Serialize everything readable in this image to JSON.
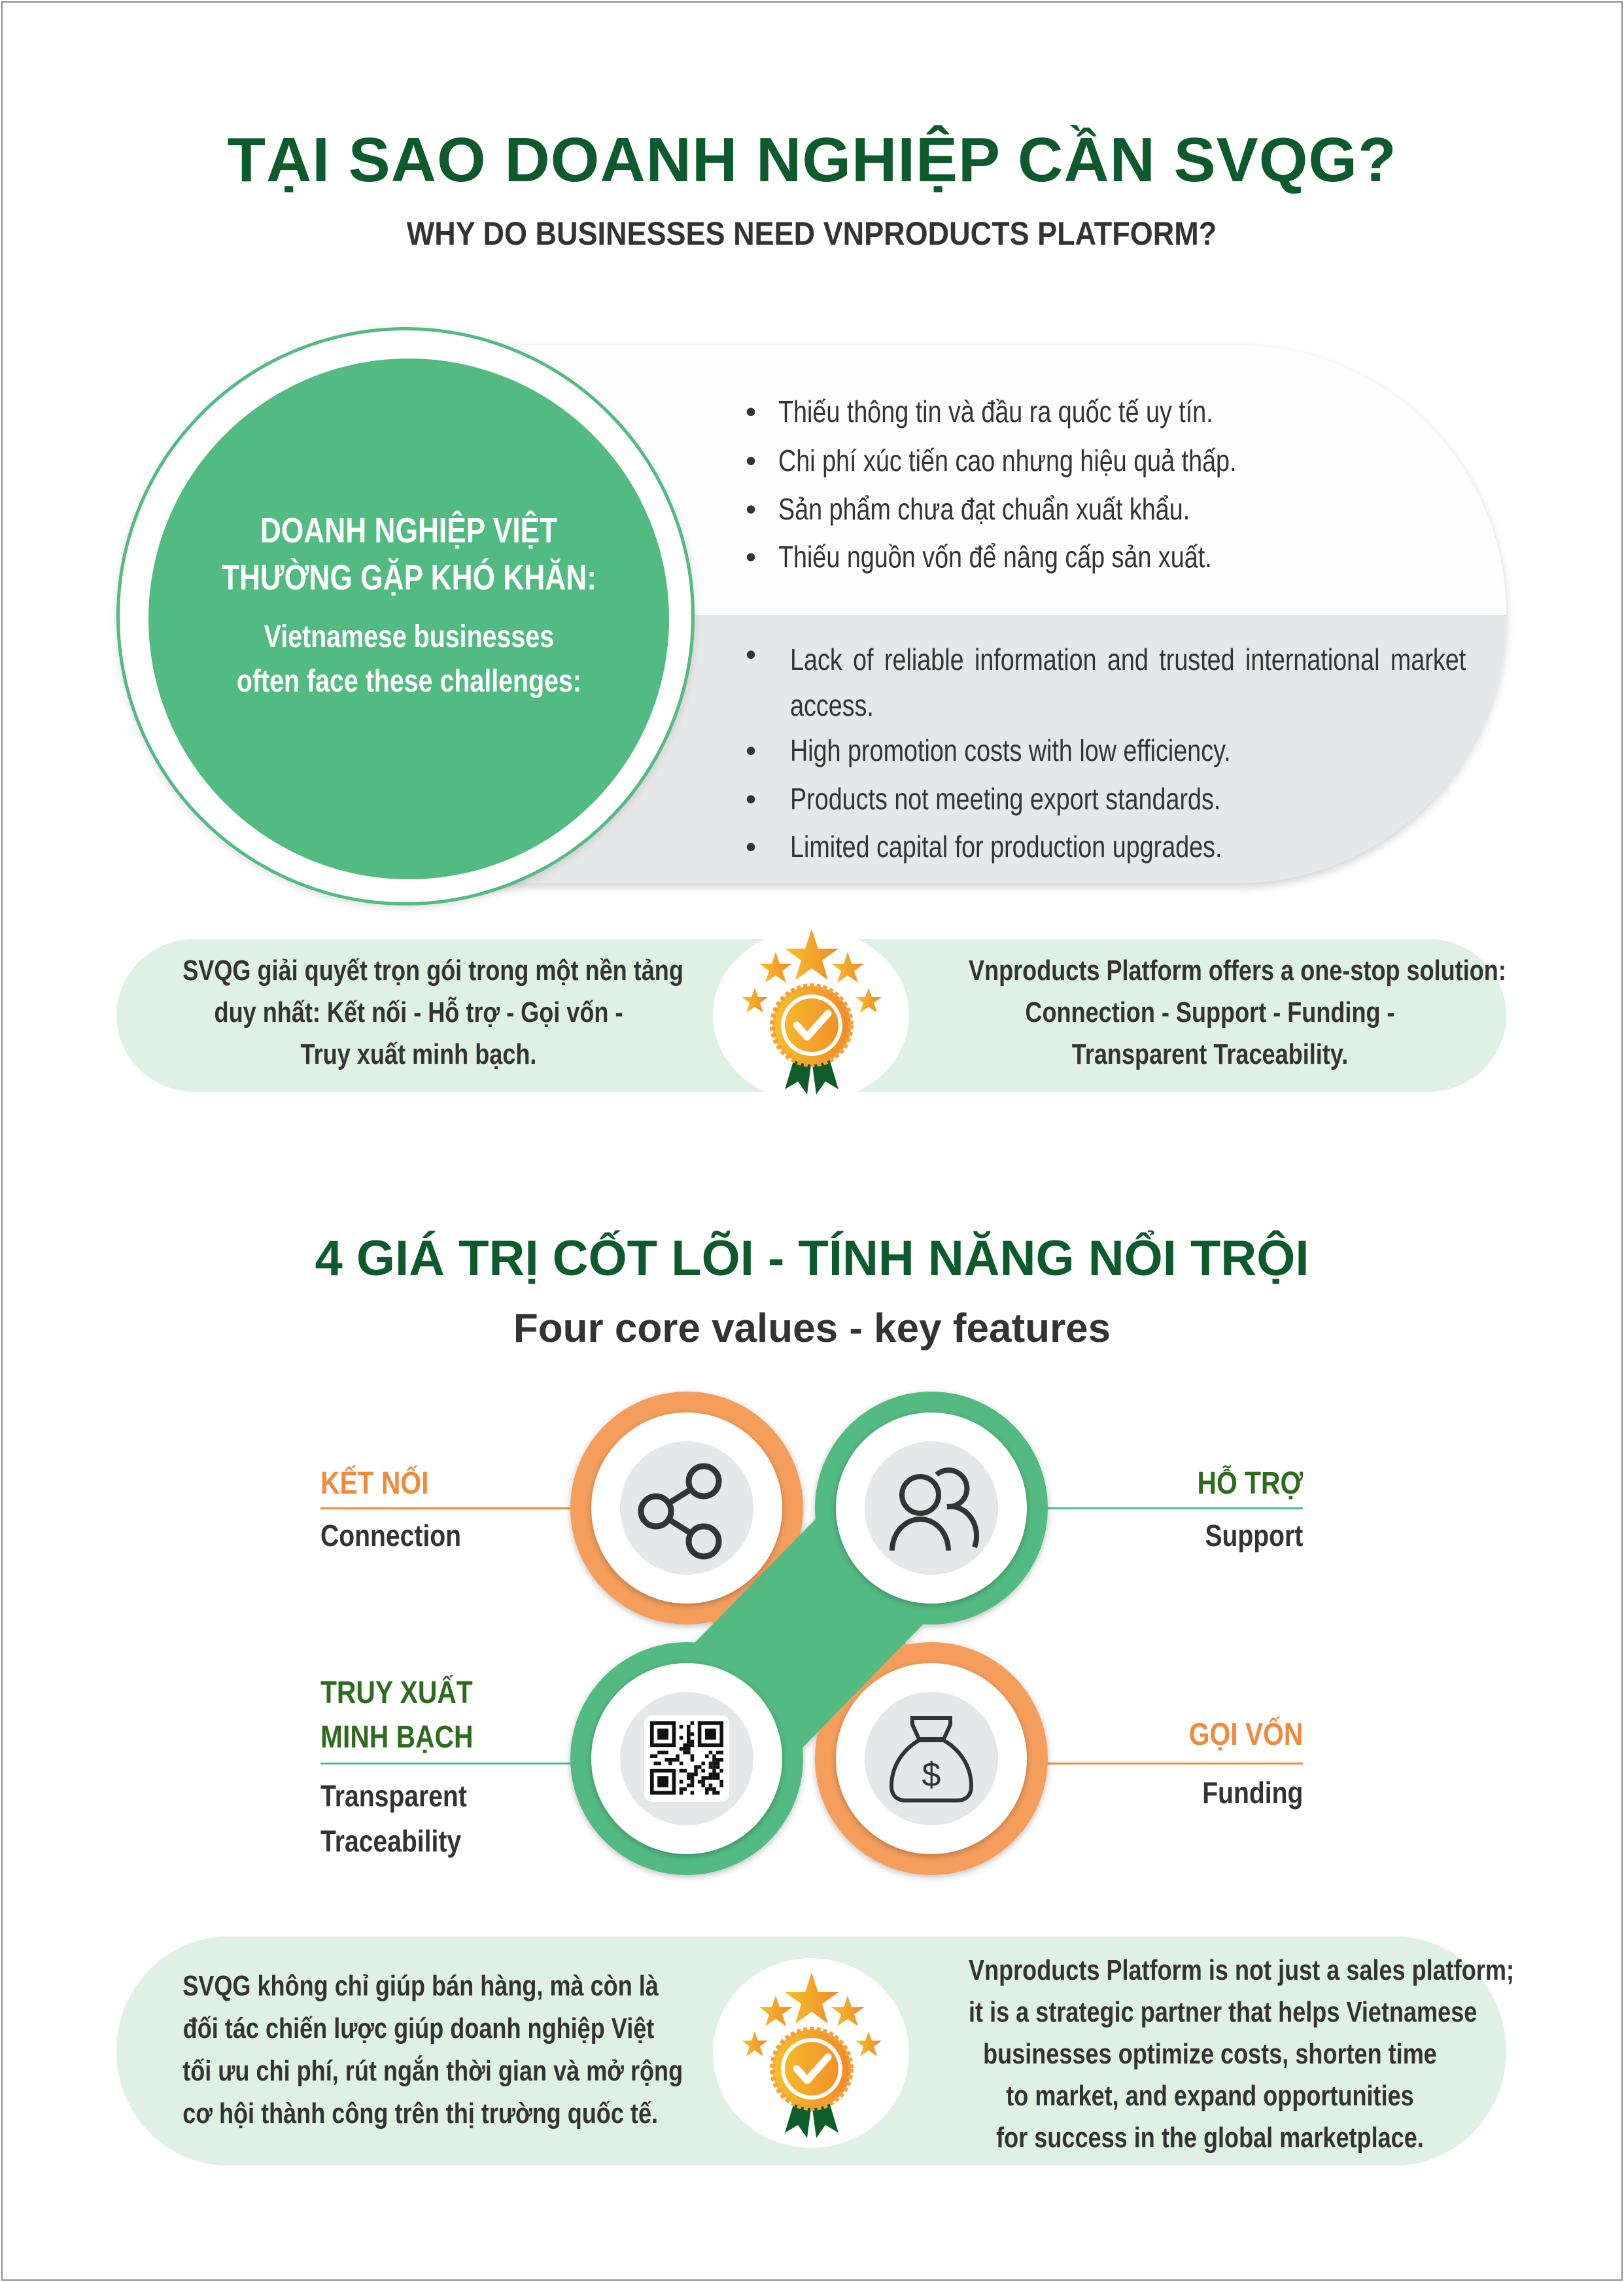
{
  "header": {
    "title": "TẠI SAO DOANH NGHIỆP CẦN SVQG?",
    "subtitle": "WHY DO BUSINESSES NEED VNPRODUCTS PLATFORM?"
  },
  "challenges": {
    "circle_vi_line1": "DOANH NGHIỆP VIỆT",
    "circle_vi_line2": "THƯỜNG GẶP KHÓ KHĂN:",
    "circle_en_line1": "Vietnamese businesses",
    "circle_en_line2": "often face these challenges:",
    "bullet": "•",
    "vi_items": [
      "Thiếu thông tin và đầu ra quốc tế uy tín.",
      "Chi phí xúc tiến cao nhưng hiệu quả thấp.",
      "Sản phẩm chưa đạt chuẩn xuất khẩu.",
      "Thiếu nguồn vốn để nâng cấp sản xuất."
    ],
    "en_items": [
      "Lack of reliable information and trusted international market access.",
      "High promotion costs with low efficiency.",
      "Products not meeting export standards.",
      "Limited capital for production upgrades."
    ]
  },
  "solution_banner": {
    "vi_lines": [
      "SVQG giải quyết trọn gói trong một nền tảng",
      "duy nhất: Kết nối - Hỗ trợ - Gọi vốn -",
      "Truy xuất minh bạch."
    ],
    "en_lines": [
      "Vnproducts Platform offers a one-stop solution:",
      "Connection - Support - Funding -",
      "Transparent Traceability."
    ]
  },
  "core_values": {
    "title": "4 GIÁ TRỊ CỐT LÕI - TÍNH NĂNG NỔI TRỘI",
    "subtitle": "Four core values - key features",
    "items": [
      {
        "vi": "KẾT NỐI",
        "en": "Connection",
        "icon": "share-icon"
      },
      {
        "vi": "HỖ TRỢ",
        "en": "Support",
        "icon": "users-icon"
      },
      {
        "vi_line1": "TRUY XUẤT",
        "vi_line2": "MINH BẠCH",
        "en_line1": "Transparent",
        "en_line2": "Traceability",
        "icon": "qr-code-icon"
      },
      {
        "vi": "GỌI VỐN",
        "en": "Funding",
        "icon": "money-bag-icon"
      }
    ]
  },
  "closing_banner": {
    "vi_lines": [
      "SVQG không chỉ giúp bán hàng, mà còn là",
      "đối tác chiến lược giúp doanh nghiệp Việt",
      "tối ưu chi phí, rút ngắn thời gian và mở rộng",
      "cơ hội thành công trên thị trường quốc tế."
    ],
    "en_lines": [
      "Vnproducts Platform is not just a sales platform;",
      "it is a strategic partner that helps Vietnamese",
      "businesses optimize costs, shorten time",
      "to market, and expand opportunities",
      "for success in the global marketplace."
    ]
  },
  "colors": {
    "dark_green": "#0d5a2c",
    "green": "#52bb82",
    "orange": "#f59e5c",
    "label_orange": "#f08a3c",
    "label_green": "#2f6b1e",
    "mint": "#dff0e5",
    "gray": "#e6e7e8"
  }
}
